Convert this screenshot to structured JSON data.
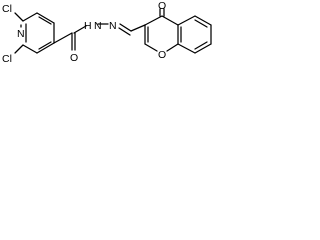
{
  "diagram": {
    "type": "chemical-structure",
    "atom_labels": {
      "cl_top": "Cl",
      "cl_bottom": "Cl",
      "n_pyridine": "N",
      "o_carbonyl_amide": "O",
      "nh": "H",
      "n_hydrazide": "N",
      "n_imine": "N",
      "o_ketone": "O",
      "o_ring": "O"
    }
  }
}
